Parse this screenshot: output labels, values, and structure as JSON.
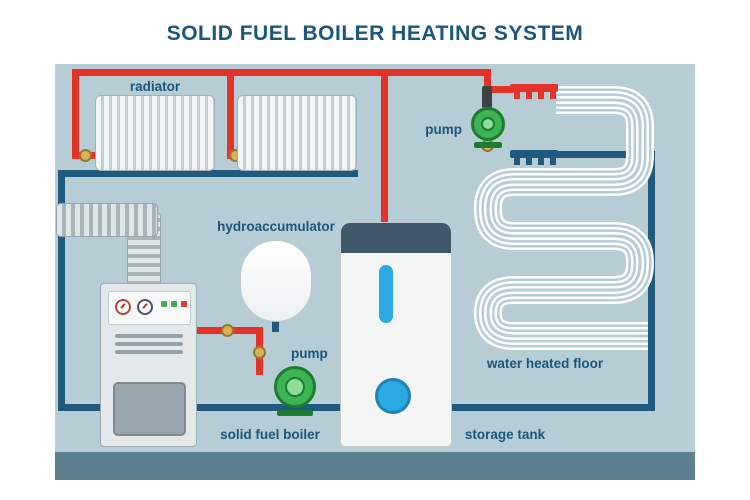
{
  "title": "SOLID FUEL BOILER HEATING SYSTEM",
  "labels": {
    "radiator": "radiator",
    "pump_top": "pump",
    "hydroaccumulator": "hydroaccumulator",
    "pump_mid": "pump",
    "solid_fuel_boiler": "solid fuel boiler",
    "storage_tank": "storage tank",
    "water_heated_floor": "water heated floor"
  },
  "colors": {
    "background": "#b6cdd5",
    "floor": "#5d7f8e",
    "supply-pipe-red": "#e5332a",
    "return-pipe-blue": "#205a7e",
    "label-text": "#19577d",
    "pump-green": "#3db353",
    "valve-brass": "#d8b355",
    "tank-accent-blue": "#2aa9e2"
  }
}
